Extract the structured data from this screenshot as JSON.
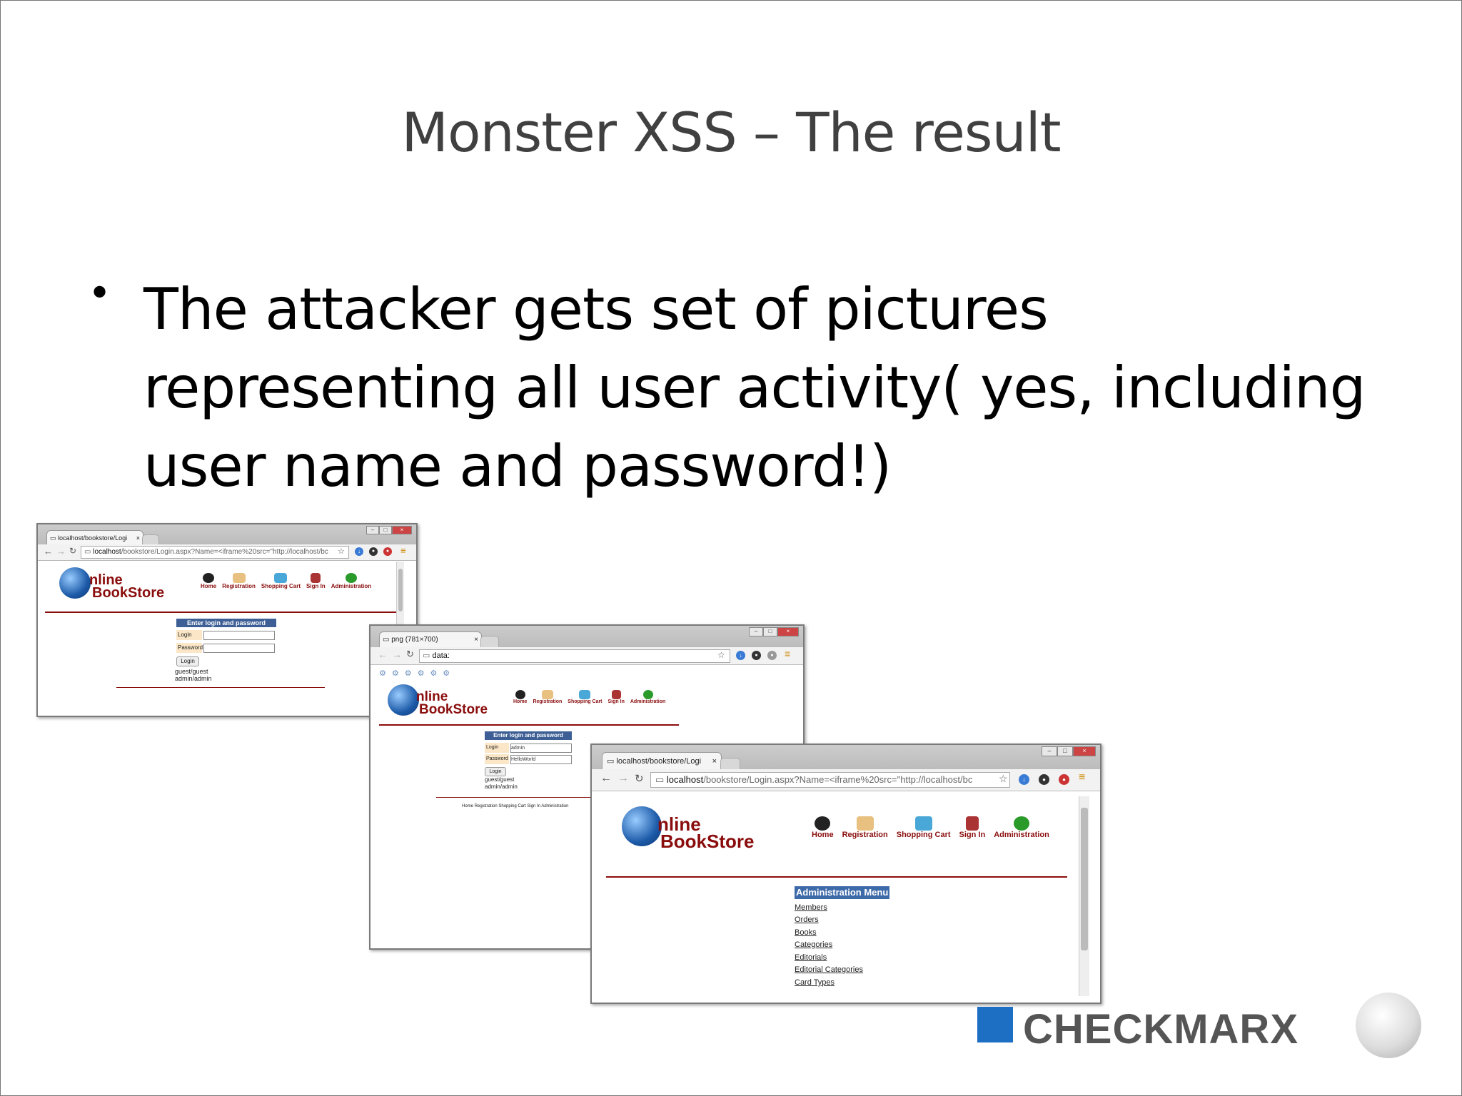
{
  "slide": {
    "title": "Monster XSS – The result",
    "bullet": "The attacker gets set of pictures representing all user activity( yes, including user name and password!)"
  },
  "site": {
    "logo_line1": "nline",
    "logo_line2": "BookStore",
    "nav": [
      "Home",
      "Registration",
      "Shopping Cart",
      "Sign In",
      "Administration"
    ]
  },
  "window1": {
    "tab_title": "localhost/bookstore/Logi",
    "url_host": "localhost",
    "url_rest": "/bookstore/Login.aspx?Name=<iframe%20src=\"http://localhost/bc",
    "form_title": "Enter login and password",
    "login_label": "Login",
    "password_label": "Password",
    "login_button": "Login",
    "hint1": "guest/guest",
    "hint2": "admin/admin"
  },
  "window2": {
    "tab_title": "png (781×700)",
    "url": "data:",
    "form_title": "Enter login and password",
    "login_label": "Login",
    "password_label": "Password",
    "login_value": "admin",
    "password_value": "HelloWorld",
    "login_button": "Login",
    "hint1": "guest/guest",
    "hint2": "admin/admin",
    "footer": "Home Registration Shopping Cart Sign In Administration"
  },
  "window3": {
    "tab_title": "localhost/bookstore/Logi",
    "url_host": "localhost",
    "url_rest": "/bookstore/Login.aspx?Name=<iframe%20src=\"http://localhost/bc",
    "admin_menu_title": "Administration Menu",
    "admin_links": [
      "Members",
      "Orders",
      "Books",
      "Categories",
      "Editorials",
      "Editorial Categories",
      "Card Types"
    ]
  },
  "brand": {
    "name": "CHECKMARX"
  },
  "colors": {
    "nav_red": "#8a0d0d",
    "form_blue": "#3d5f95",
    "checkmarx_blue": "#1d6fc4"
  },
  "icons": [
    "page-icon",
    "back-icon",
    "forward-icon",
    "reload-icon",
    "star-icon",
    "download-icon",
    "menu-icon",
    "close-icon"
  ]
}
